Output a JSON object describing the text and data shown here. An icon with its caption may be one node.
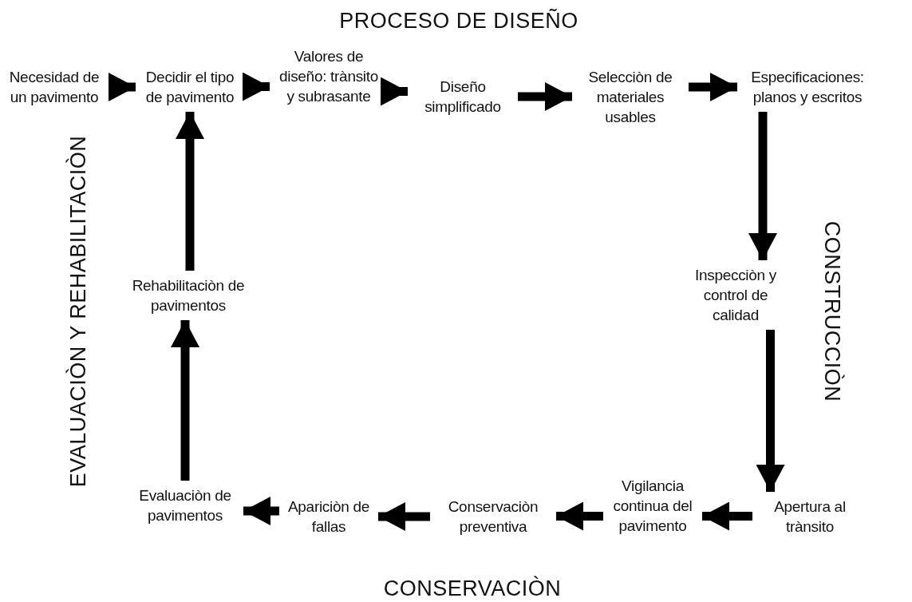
{
  "diagram": {
    "nodes": [
      {
        "text": [
          "Necesidad de un pavimento"
        ]
      },
      {
        "text": [
          "Decidir el tipo de pavimento"
        ]
      },
      {
        "text": [
          "Valores de diseño: trànsito y subrasante"
        ]
      },
      {
        "text": [
          "Diseño simplificado"
        ]
      },
      {
        "text": [
          "Selecciòn de materiales usables"
        ]
      },
      {
        "text": [
          "Especificaciones: planos y escritos"
        ]
      },
      {
        "text": [
          "Inspecciòn y control de calidad"
        ]
      },
      {
        "text": [
          "Apertura al trànsito"
        ]
      },
      {
        "text": [
          "Vigilancia continua del pavimento"
        ]
      },
      {
        "text": [
          "Conservaciòn preventiva"
        ]
      },
      {
        "text": [
          "Apariciòn de fallas"
        ]
      },
      {
        "text": [
          "Evaluaciòn de pavimentos"
        ]
      },
      {
        "text": [
          "Rehabilitaciòn de pavimentos"
        ]
      }
    ],
    "edges": [
      {
        "from": 0,
        "to": 1,
        "arrow": "to"
      },
      {
        "from": 1,
        "to": 2,
        "arrow": "to"
      },
      {
        "from": 2,
        "to": 3,
        "arrow": "to"
      },
      {
        "from": 3,
        "to": 4,
        "arrow": "to"
      },
      {
        "from": 4,
        "to": 5,
        "arrow": "to"
      },
      {
        "from": 5,
        "to": 6,
        "arrow": "to"
      },
      {
        "from": 6,
        "to": 7,
        "arrow": "to"
      },
      {
        "from": 7,
        "to": 8,
        "arrow": "to"
      },
      {
        "from": 8,
        "to": 9,
        "arrow": "to"
      },
      {
        "from": 9,
        "to": 10,
        "arrow": "to"
      },
      {
        "from": 10,
        "to": 11,
        "arrow": "to"
      },
      {
        "from": 11,
        "to": 12,
        "arrow": "to"
      },
      {
        "from": 12,
        "to": 1,
        "arrow": "to"
      }
    ],
    "labels": [
      "PROCESO DE DISEÑO",
      "EVALUACIÒN Y REHABILITACIÒN",
      "CONSTRUCCIÒN",
      "CONSERVACIÒN"
    ]
  }
}
